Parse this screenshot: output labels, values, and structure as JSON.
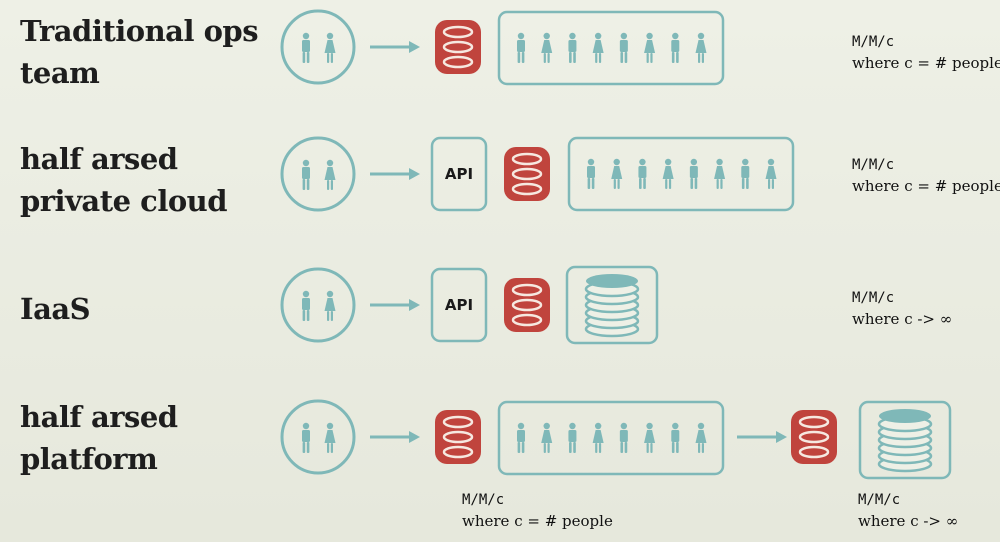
{
  "rows": [
    {
      "id": "traditional",
      "label_lines": [
        "Traditional ops",
        "team"
      ],
      "note": {
        "line1": "M/M/c",
        "line2": "where c = # people"
      }
    },
    {
      "id": "private-cloud",
      "label_lines": [
        "half arsed",
        "private cloud"
      ],
      "api_label": "API",
      "note": {
        "line1": "M/M/c",
        "line2": "where c = # people"
      }
    },
    {
      "id": "iaas",
      "label_lines": [
        "IaaS"
      ],
      "api_label": "API",
      "note": {
        "line1": "M/M/c",
        "line2": "where c -> ∞"
      }
    },
    {
      "id": "platform",
      "label_lines": [
        "half arsed",
        "platform"
      ],
      "note_left": {
        "line1": "M/M/c",
        "line2": "where c = # people"
      },
      "note_right": {
        "line1": "M/M/c",
        "line2": "where c -> ∞"
      }
    }
  ],
  "colors": {
    "teal": "#7fb8b8",
    "queue": "#c0443d",
    "background": "#eceee4"
  }
}
